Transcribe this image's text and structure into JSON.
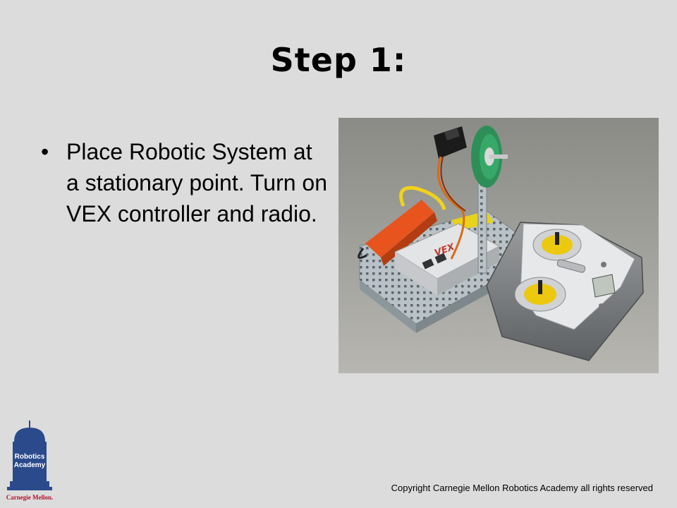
{
  "slide": {
    "title": "Step 1:",
    "bullets": [
      {
        "text": "Place Robotic System at a stationary point. Turn on VEX controller and radio."
      }
    ],
    "bullet_glyph": "•",
    "footer": {
      "copyright": "Copyright Carnegie Mellon Robotics Academy all rights reserved"
    },
    "logo": {
      "line1": "Robotics",
      "line2": "Academy",
      "org": "Carnegie Mellon."
    },
    "photo": {
      "brand": "VEX"
    }
  }
}
